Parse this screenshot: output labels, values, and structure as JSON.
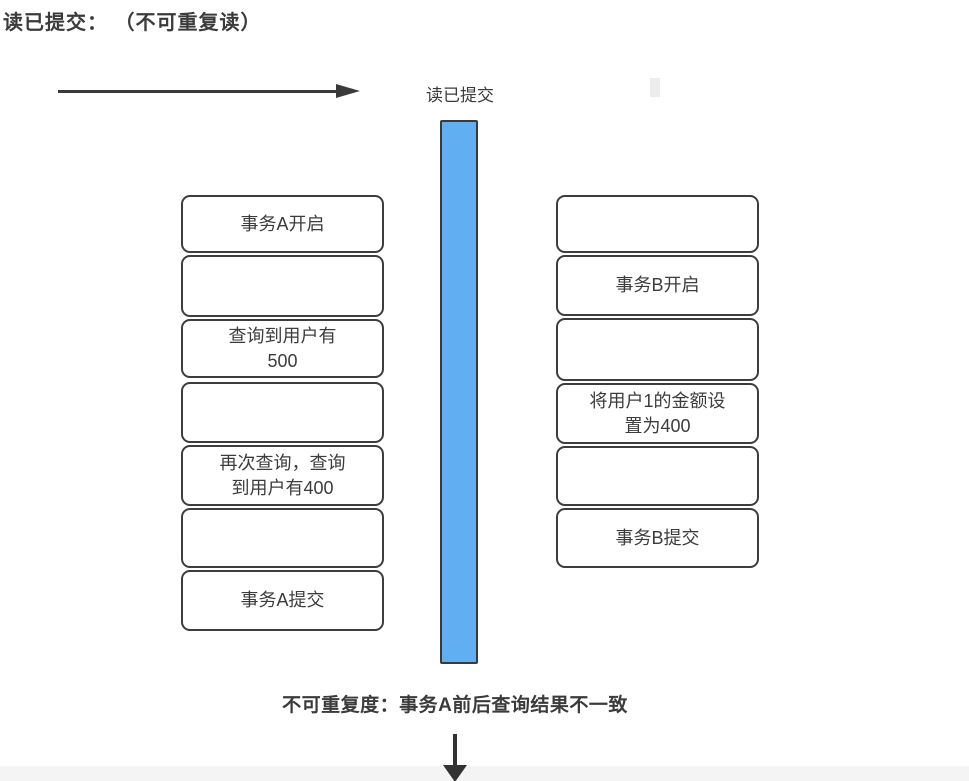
{
  "page": {
    "title": "读已提交： （不可重复读）"
  },
  "timeline": {
    "label": "读已提交",
    "bar_color": "#61aef3",
    "arrow_color": "#3a3a3a"
  },
  "transaction_a": {
    "rows": [
      "事务A开启",
      "",
      "查询到用户有\n500",
      "",
      "再次查询，查询\n到用户有400",
      "",
      "事务A提交"
    ]
  },
  "transaction_b": {
    "rows": [
      "",
      "事务B开启",
      "",
      "将用户1的金额设\n置为400",
      "",
      "事务B提交"
    ]
  },
  "footer": {
    "caption": "不可重复度：事务A前后查询结果不一致"
  }
}
